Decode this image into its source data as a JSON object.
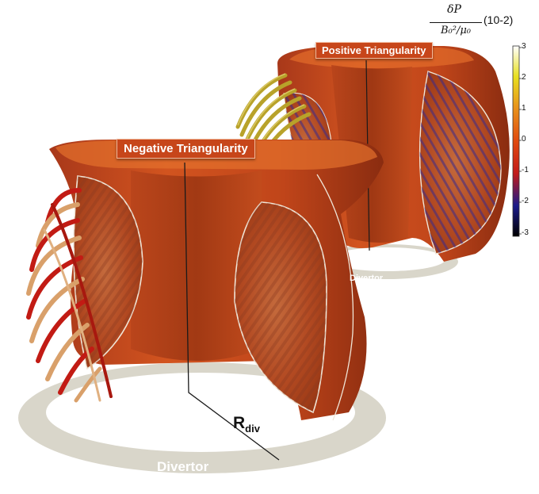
{
  "labels": {
    "negative": "Negative Triangularity",
    "positive": "Positive Triangularity",
    "divertor_front": "Divertor",
    "divertor_back": "Divertor",
    "rdiv_main": "R",
    "rdiv_sub": "div"
  },
  "colorbar": {
    "quantity_numerator": "δP",
    "quantity_denominator": "B₀²/μ₀",
    "unit": "(10-2)",
    "ticks": [
      "3",
      "2",
      "1",
      "0",
      "-1",
      "-2",
      "-3"
    ],
    "min": -3,
    "max": 3
  },
  "colors": {
    "plasma": "#c94a1c",
    "plasma_dark": "#8f2f10",
    "coil_red": "#c21b14",
    "coil_tan": "#d9a06a",
    "coil_yellow": "#b8a22a",
    "divertor": "#d9d6ca"
  }
}
